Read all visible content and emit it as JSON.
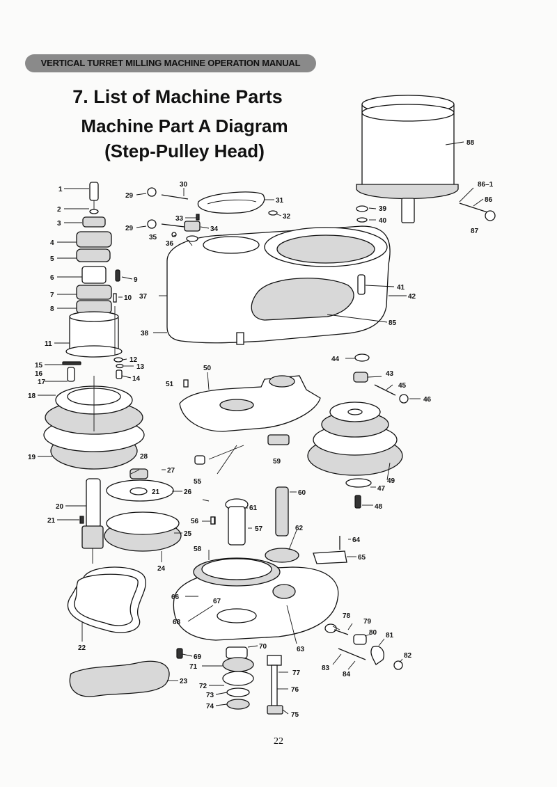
{
  "header": {
    "banner": "VERTICAL TURRET MILLING MACHINE OPERATION MANUAL"
  },
  "title": {
    "line1": "7. List of Machine Parts",
    "line2": "Machine Part A Diagram",
    "line3": "(Step-Pulley Head)"
  },
  "callouts": [
    "1",
    "2",
    "3",
    "4",
    "5",
    "6",
    "7",
    "8",
    "9",
    "10",
    "11",
    "12",
    "13",
    "14",
    "15",
    "16",
    "17",
    "18",
    "19",
    "20",
    "21",
    "21",
    "22",
    "23",
    "24",
    "25",
    "26",
    "27",
    "28",
    "29",
    "29",
    "30",
    "31",
    "32",
    "33",
    "34",
    "35",
    "36",
    "37",
    "38",
    "39",
    "40",
    "41",
    "42",
    "43",
    "44",
    "45",
    "46",
    "47",
    "48",
    "49",
    "50",
    "51",
    "55",
    "56",
    "57",
    "58",
    "59",
    "60",
    "61",
    "62",
    "63",
    "64",
    "65",
    "66",
    "67",
    "68",
    "69",
    "70",
    "71",
    "72",
    "73",
    "74",
    "75",
    "76",
    "77",
    "78",
    "79",
    "80",
    "81",
    "82",
    "83",
    "84",
    "85",
    "86",
    "86–1",
    "87",
    "88"
  ],
  "footer": {
    "page_number": "22"
  }
}
